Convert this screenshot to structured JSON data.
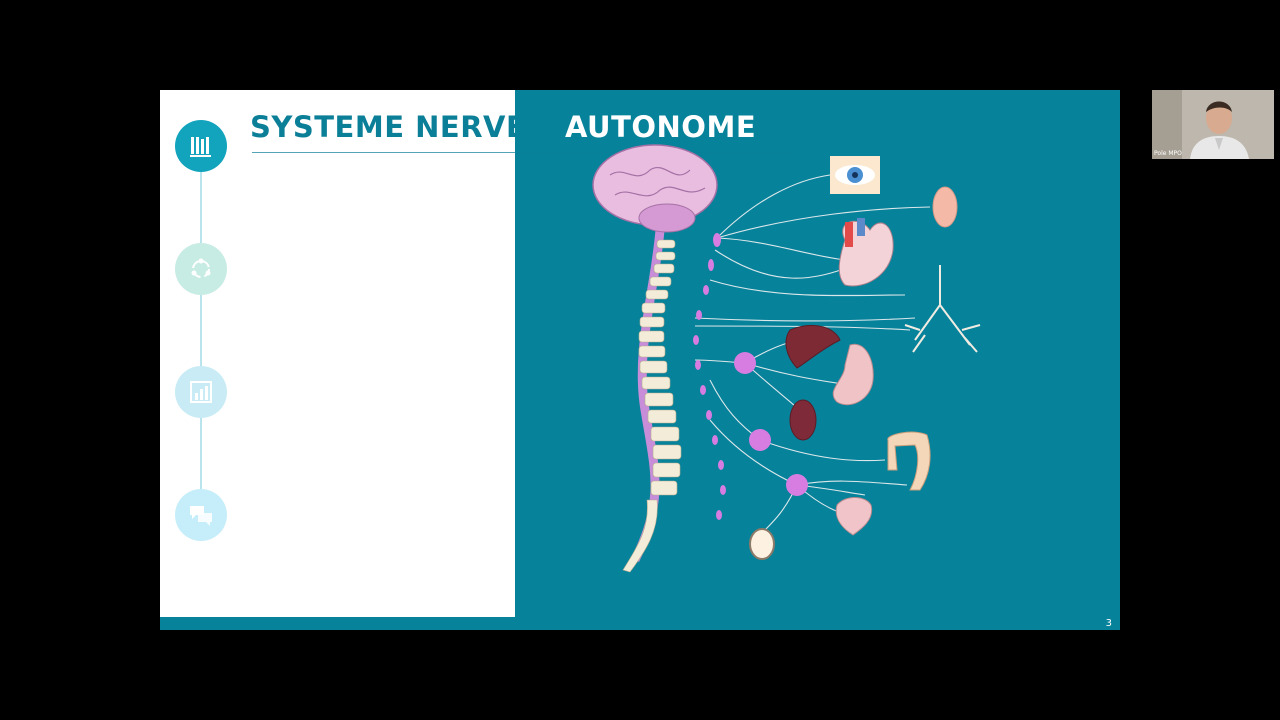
{
  "slide": {
    "title_part1": "SYSTEME NERVEUX",
    "title_part2": "AUTONOME",
    "slide_number": "3"
  },
  "timeline": {
    "steps": [
      {
        "icon": "books-icon",
        "active": true
      },
      {
        "icon": "cycle-icon",
        "active": false
      },
      {
        "icon": "bar-chart-icon",
        "active": false
      },
      {
        "icon": "chat-bubbles-icon",
        "active": false
      }
    ]
  },
  "diagram": {
    "organs": [
      "eye",
      "salivary-gland",
      "heart",
      "lungs",
      "liver",
      "stomach",
      "kidney",
      "colon",
      "bladder",
      "testis"
    ]
  },
  "webcam": {
    "participant_name": "Pole MPO"
  },
  "colors": {
    "teal": "#06829b",
    "title_teal": "#0c7f98",
    "nerve": "#d77ce0",
    "spine_bone": "#f2ecd9"
  }
}
